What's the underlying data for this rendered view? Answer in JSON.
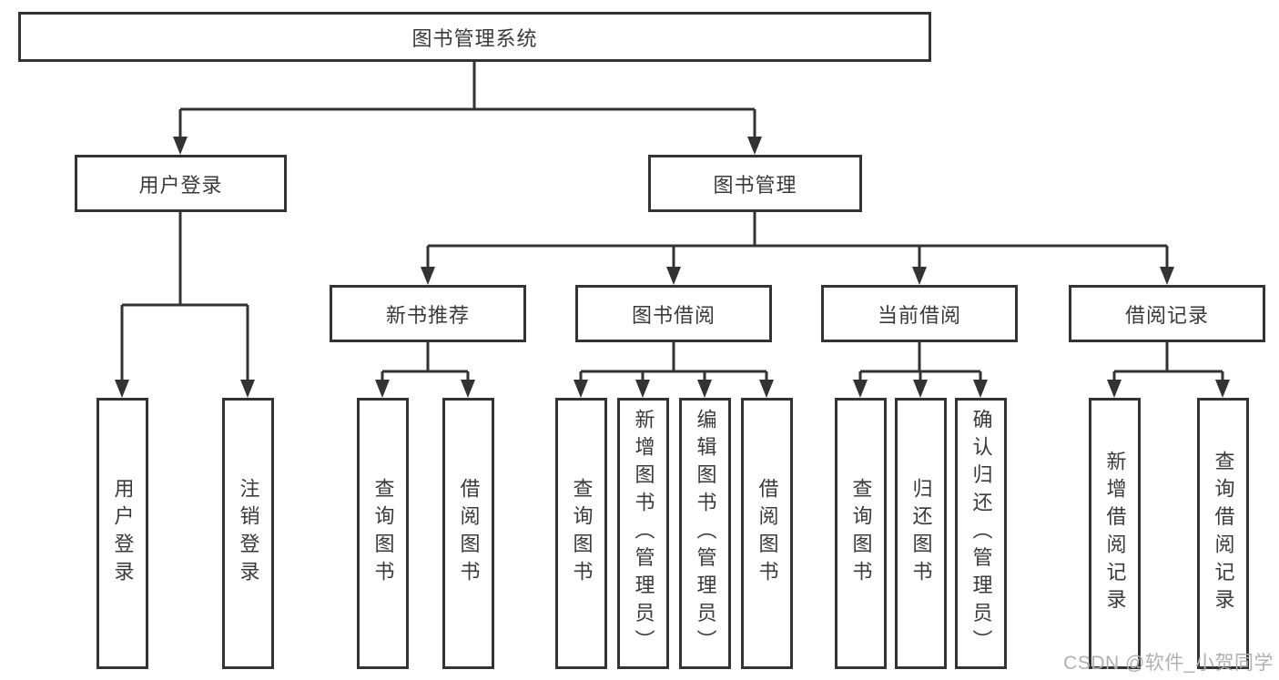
{
  "diagram": {
    "root": {
      "label": "图书管理系统"
    },
    "branches": [
      {
        "label": "用户登录",
        "children": [
          {
            "label": "用户登录"
          },
          {
            "label": "注销登录"
          }
        ]
      },
      {
        "label": "图书管理",
        "children": [
          {
            "label": "新书推荐",
            "children": [
              {
                "label": "查询图书"
              },
              {
                "label": "借阅图书"
              }
            ]
          },
          {
            "label": "图书借阅",
            "children": [
              {
                "label": "查询图书"
              },
              {
                "label": "新增图书（管理员）"
              },
              {
                "label": "编辑图书（管理员）"
              },
              {
                "label": "借阅图书"
              }
            ]
          },
          {
            "label": "当前借阅",
            "children": [
              {
                "label": "查询图书"
              },
              {
                "label": "归还图书"
              },
              {
                "label": "确认归还（管理员）"
              }
            ]
          },
          {
            "label": "借阅记录",
            "children": [
              {
                "label": "新增借阅记录"
              },
              {
                "label": "查询借阅记录"
              }
            ]
          }
        ]
      }
    ],
    "watermark": "CSDN @软件_小贺同学",
    "colors": {
      "line": "#333333",
      "box_border": "#333333",
      "text": "#3a3a3a",
      "background": "#ffffff",
      "watermark": "#b0b0b0"
    }
  }
}
